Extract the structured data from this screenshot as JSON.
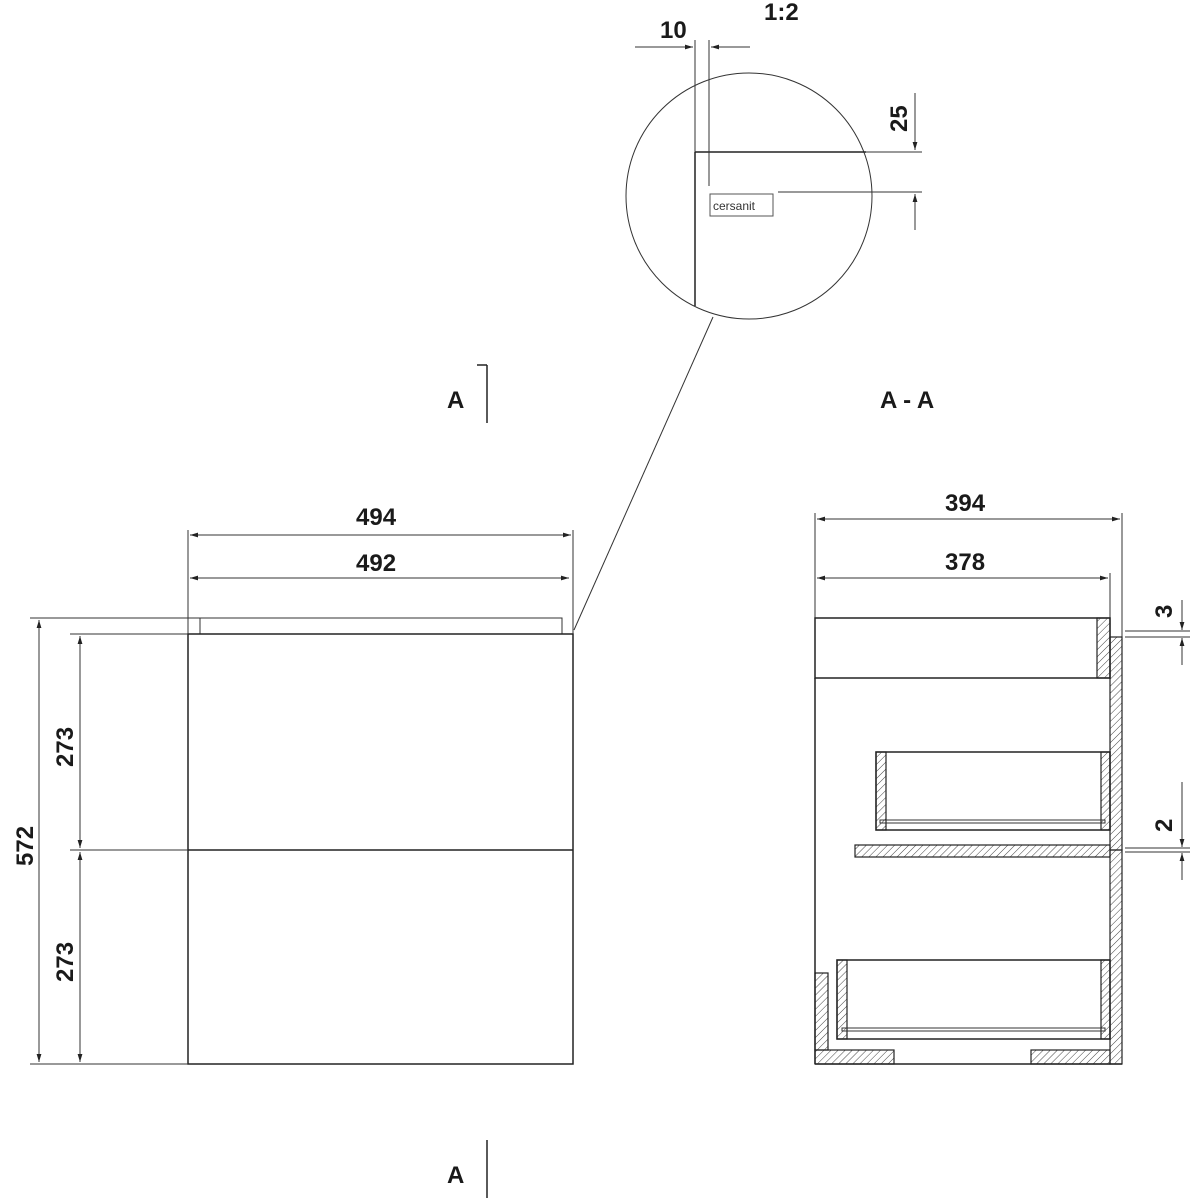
{
  "detail": {
    "scale": "1:2",
    "dim_offset": "10",
    "dim_logo": "25",
    "logo": "cersanit"
  },
  "front_view": {
    "section_mark_top": "A",
    "section_mark_bottom": "A",
    "dim_top_width": "494",
    "dim_body_width": "492",
    "dim_total_height": "572",
    "dim_drawer_upper": "273",
    "dim_drawer_lower": "273"
  },
  "section_view": {
    "title": "A - A",
    "dim_depth_total": "394",
    "dim_depth_inner": "378",
    "dim_top_gap": "3",
    "dim_mid_gap": "2"
  }
}
